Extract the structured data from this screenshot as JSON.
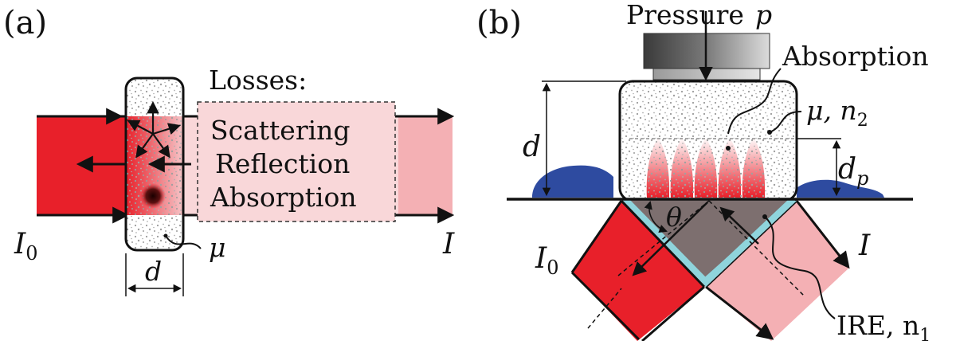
{
  "panel_a": {
    "label": "(a)",
    "losses_title": "Losses:",
    "loss_items": [
      "Scattering",
      "Reflection",
      "Absorption"
    ],
    "incident_label": "I",
    "incident_sub": "0",
    "transmitted_label": "I",
    "coefficient_label": "μ",
    "thickness_label": "d"
  },
  "panel_b": {
    "label": "(b)",
    "pressure_label": "Pressure",
    "pressure_symbol": "p",
    "absorption_label": "Absorption",
    "sample_props_mu": "μ, n",
    "sample_props_sub": "2",
    "thickness_label": "d",
    "penetration_label": "d",
    "penetration_sub": "p",
    "angle_label": "θ",
    "incident_label": "I",
    "incident_sub": "0",
    "outgoing_label": "I",
    "ire_label": "IRE, n",
    "ire_sub": "1"
  },
  "colors": {
    "red": "#e8202a",
    "pink": "#f4b0b4",
    "light_pink": "#f9d7d9",
    "blue": "#2e4ba0",
    "cyan": "#8fd4dc",
    "ire_grey": "#7d6f6f"
  }
}
